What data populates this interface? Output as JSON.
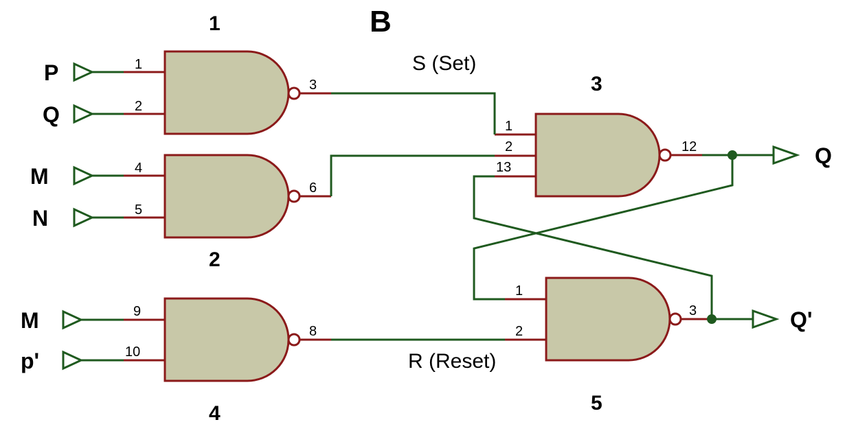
{
  "diagram": {
    "title": "B",
    "gate_numbers": {
      "g1": "1",
      "g2": "2",
      "g3": "3",
      "g4": "4",
      "g5": "5"
    },
    "inputs": {
      "in1": "P",
      "in2": "Q",
      "in3": "M",
      "in4": "N",
      "in5": "M",
      "in6": "p'"
    },
    "outputs": {
      "q": "Q",
      "qbar": "Q'"
    },
    "net_labels": {
      "set": "S (Set)",
      "reset": "R (Reset)"
    },
    "pins": {
      "g1_a": "1",
      "g1_b": "2",
      "g1_out": "3",
      "g2_a": "4",
      "g2_b": "5",
      "g2_out": "6",
      "g4_a": "9",
      "g4_b": "10",
      "g4_out": "8",
      "g3_a": "1",
      "g3_b": "2",
      "g3_c": "13",
      "g3_out": "12",
      "g5_a": "1",
      "g5_b": "2",
      "g5_out": "3"
    },
    "colors": {
      "wire": "#1f5a1f",
      "lead": "#8b1a1a",
      "gate_fill": "#c8c8a8"
    }
  }
}
